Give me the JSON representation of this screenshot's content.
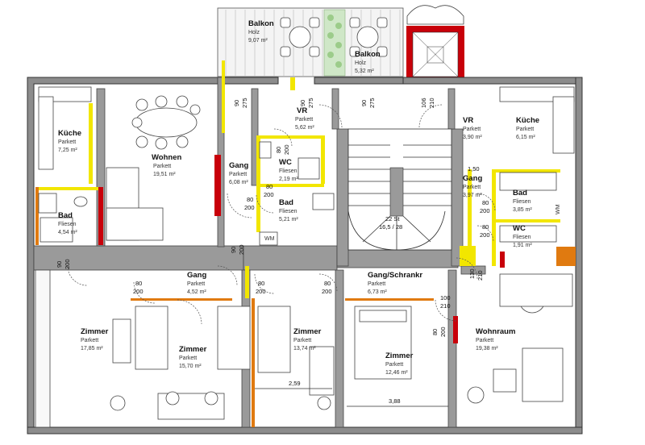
{
  "rooms": {
    "balkon_wood": {
      "name": "Balkon",
      "material": "Holz",
      "area": "9,07 m²"
    },
    "balkon_right": {
      "name": "Balkon",
      "material": "Holz",
      "area": "5,32 m²"
    },
    "kueche_left": {
      "name": "Küche",
      "material": "Parkett",
      "area": "7,25 m²"
    },
    "wohnen": {
      "name": "Wohnen",
      "material": "Parkett",
      "area": "19,51 m²"
    },
    "vr_left": {
      "name": "VR",
      "material": "Parkett",
      "area": "5,62 m²"
    },
    "gang_left": {
      "name": "Gang",
      "material": "Parkett",
      "area": "6,08 m²"
    },
    "wc_left": {
      "name": "WC",
      "material": "Fliesen",
      "area": "2,19 m²"
    },
    "bad_mid": {
      "name": "Bad",
      "material": "Fliesen",
      "area": "5,21 m²"
    },
    "bad_left": {
      "name": "Bad",
      "material": "Fliesen",
      "area": "4,54 m²"
    },
    "gang_mid": {
      "name": "Gang",
      "material": "Parkett",
      "area": "4,52 m²"
    },
    "zimmer_1": {
      "name": "Zimmer",
      "material": "Parkett",
      "area": "17,85 m²"
    },
    "zimmer_2": {
      "name": "Zimmer",
      "material": "Parkett",
      "area": "15,70 m²"
    },
    "zimmer_3": {
      "name": "Zimmer",
      "material": "Parkett",
      "area": "13,74 m²"
    },
    "gang_schrank": {
      "name": "Gang/Schrankr",
      "material": "Parkett",
      "area": "6,73 m²"
    },
    "zimmer_4": {
      "name": "Zimmer",
      "material": "Parkett",
      "area": "12,46 m²"
    },
    "vr_right": {
      "name": "VR",
      "material": "Parkett",
      "area": "3,90 m²"
    },
    "kueche_right": {
      "name": "Küche",
      "material": "Parkett",
      "area": "6,15 m²"
    },
    "gang_right": {
      "name": "Gang",
      "material": "Parkett",
      "area": "3,97 m²"
    },
    "bad_right": {
      "name": "Bad",
      "material": "Fliesen",
      "area": "3,85 m²"
    },
    "wc_right": {
      "name": "WC",
      "material": "Fliesen",
      "area": "1,91 m²"
    },
    "wohnraum": {
      "name": "Wohnraum",
      "material": "Parkett",
      "area": "19,38 m²"
    }
  },
  "dimensions": {
    "d_90a": "90",
    "d_275a": "275",
    "d_90b": "90",
    "d_275b": "275",
    "d_90c": "90",
    "d_275c": "275",
    "d_106": "106",
    "d_210a": "210",
    "d_80_200_wc": "80",
    "d_200_wc": "200",
    "d_80_gang": "80",
    "d_200_gang": "200",
    "d_80_bad": "80",
    "d_200_bad": "200",
    "d_90_gang": "90",
    "d_200_gang2": "200",
    "d_90_bad": "90",
    "d_200_bad2": "200",
    "d_80_z1": "80",
    "d_200_z1": "200",
    "d_80_z3": "80",
    "d_200_z3": "200",
    "d_80_gs": "80",
    "d_200_gs": "200",
    "d_100": "100",
    "d_210b": "210",
    "d_80_z4": "80",
    "d_200_z4": "200",
    "d_130": "130",
    "d_210c": "210",
    "d_150": "1,50",
    "d_80_r1": "80",
    "d_200_r1": "200",
    "d_80_r2": "80",
    "d_200_r2": "200",
    "d_259": "2,59",
    "d_388": "3,88"
  },
  "stairs": {
    "label1": "22 St",
    "label2": "16,5 / 28"
  },
  "labels": {
    "wm1": "WM",
    "wm2": "WM"
  },
  "colors": {
    "wall": "#9a9a9a",
    "yellow": "#f2e600",
    "red": "#c8000a",
    "orange": "#e07a10"
  }
}
